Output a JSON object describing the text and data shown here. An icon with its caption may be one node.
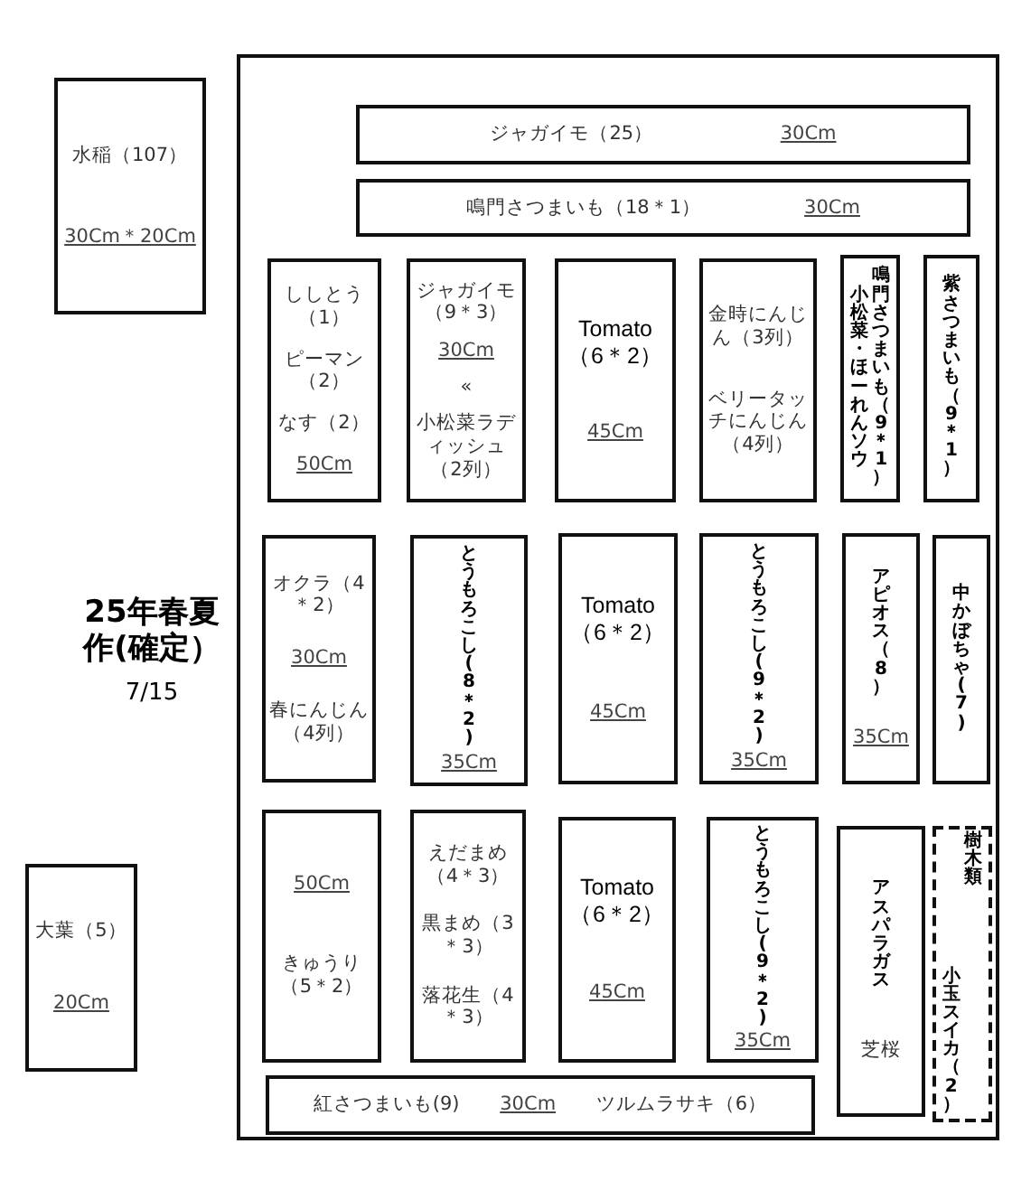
{
  "diagram": {
    "title": "25年春夏作(確定）",
    "nodes": [
      {
        "text": [
          "水稲（107）",
          "30Cm＊20Cm"
        ]
      },
      {
        "text": [],
        "shape": "box"
      },
      {
        "text": [
          "ジャガイモ（25）",
          "30Cm"
        ],
        "in": 1
      },
      {
        "text": [
          "鳴門さつまいも（18＊1）",
          "30Cm"
        ],
        "in": 1
      },
      {
        "text": [
          "ししとう（1）",
          "ピーマン（2）",
          "なす（2）",
          "50Cm"
        ],
        "in": 1
      },
      {
        "text": [
          "ジャガイモ（9＊3）",
          "30Cm",
          "«",
          "小松菜ラディッシュ（2列）"
        ],
        "in": 1
      },
      {
        "text": [
          "Tomato（6＊2）",
          "45Cm"
        ],
        "in": 1
      },
      {
        "text": [
          "金時にんじん（3列）",
          "ベリータッチにんじん（4列）"
        ],
        "in": 1
      },
      {
        "text": [
          "小松菜・ほーれんソウ",
          "鳴門さつまいも（9＊1）"
        ],
        "in": 1
      },
      {
        "text": [
          "紫さつまいも（9＊1）"
        ],
        "in": 1
      },
      {
        "text": [
          "オクラ（4＊2）",
          "30Cm",
          "春にんじん（4列）"
        ],
        "in": 1
      },
      {
        "text": [
          "とうもろこし(8＊2)",
          "35Cm"
        ],
        "in": 1
      },
      {
        "text": [
          "Tomato（6＊2）",
          "45Cm"
        ],
        "in": 1
      },
      {
        "text": [
          "とうもろこし(9＊2)",
          "35Cm"
        ],
        "in": 1
      },
      {
        "text": [
          "アピオス（8）",
          "35Cm"
        ],
        "in": 1
      },
      {
        "text": [
          "中かぼちゃ(7)"
        ],
        "in": 1
      },
      {
        "text": [
          "50Cm",
          "きゅうり（5＊2）"
        ],
        "in": 1
      },
      {
        "text": [
          "えだまめ（4＊3）",
          "黒まめ（3＊3）",
          "落花生（4＊3）"
        ],
        "in": 1
      },
      {
        "text": [
          "Tomato（6＊2）",
          "45Cm"
        ],
        "in": 1
      },
      {
        "text": [
          "とうもろこし(9＊2)",
          "35Cm"
        ],
        "in": 1
      },
      {
        "text": [
          "アスパラガス",
          "芝桜"
        ],
        "in": 1
      },
      {
        "text": [
          "樹木類",
          "小玉スイカ（2）"
        ],
        "in": 1
      },
      {
        "text": [
          "紅さつまいも(9)",
          "30Cm",
          "ツルムラサキ（6）"
        ],
        "in": 1
      },
      {
        "text": [
          "大葉（5）",
          "20Cm"
        ]
      }
    ],
    "labels": [
      "7/15"
    ]
  }
}
